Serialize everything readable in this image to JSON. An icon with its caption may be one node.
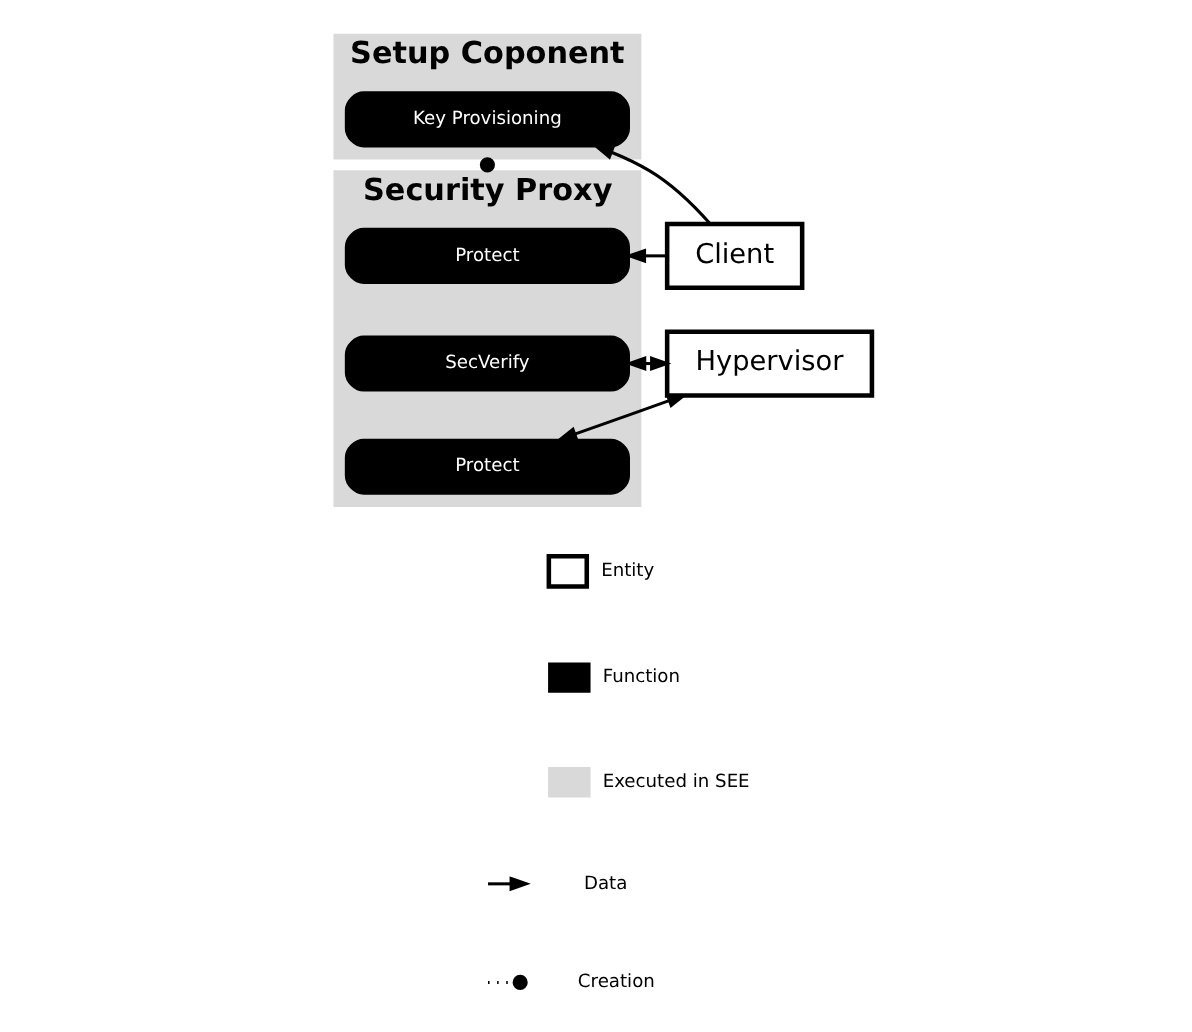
{
  "diagram": {
    "nodes": [
      {
        "text": [
          "Setup Coponent"
        ]
      },
      {
        "text": [
          "Key Provisioning"
        ],
        "in": 0
      },
      {
        "text": [
          "Client"
        ]
      },
      {
        "text": [
          "Security Proxy"
        ]
      },
      {
        "text": [
          "Protect"
        ],
        "in": 3
      },
      {
        "text": [
          "SecVerify"
        ],
        "in": 3
      },
      {
        "text": [
          "Hypervisor"
        ]
      },
      {
        "text": [
          "Protect"
        ],
        "in": 3
      }
    ],
    "edges": [
      {
        "from": 2,
        "to": 1,
        "arrow": "to"
      },
      {
        "from": 2,
        "to": 4,
        "arrow": "to"
      },
      {
        "from": 0,
        "to": 3,
        "arrow": "other",
        "style": "dashed"
      },
      {
        "from": 6,
        "to": 5,
        "arrow": "both"
      },
      {
        "from": 6,
        "to": 7,
        "arrow": "both"
      }
    ],
    "legend": [
      {
        "text": "Entity"
      },
      {
        "text": "Function"
      },
      {
        "text": "Executed in SEE"
      },
      {
        "text": "Data"
      },
      {
        "text": "Creation"
      }
    ]
  }
}
